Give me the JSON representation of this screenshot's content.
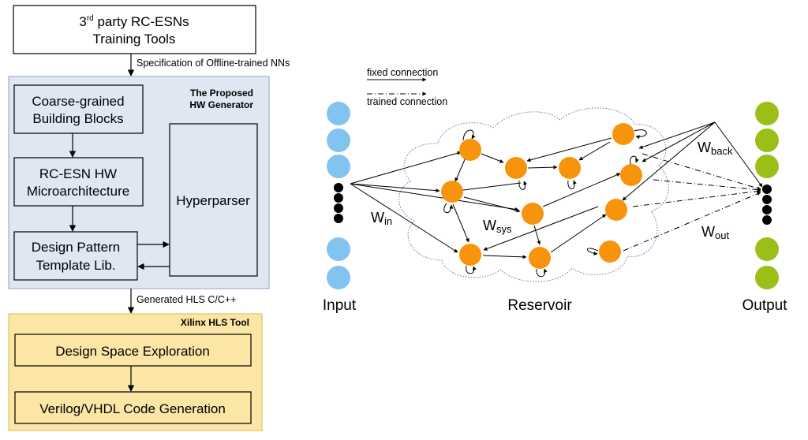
{
  "flow": {
    "tools_line1_pre": "3",
    "tools_line1_sup": "rd",
    "tools_line1_post": " party RC-ESNs",
    "tools_line2": "Training Tools",
    "spec_label": "Specification of Offline-trained NNs",
    "generator_title_line1": "The Proposed",
    "generator_title_line2": "HW Generator",
    "blocks_line1": "Coarse-grained",
    "blocks_line2": "Building Blocks",
    "micro_line1": "RC-ESN HW",
    "micro_line2": "Microarchitecture",
    "pattern_line1": "Design Pattern",
    "pattern_line2": "Template Lib.",
    "hyperparser": "Hyperparser",
    "hls_label": "Generated HLS C/C++",
    "xilinx_title": "Xilinx HLS Tool",
    "dse": "Design Space Exploration",
    "codegen": "Verilog/VHDL Code Generation"
  },
  "network": {
    "legend_fixed": "fixed connection",
    "legend_trained": "trained connection",
    "input_label": "Input",
    "reservoir_label": "Reservoir",
    "output_label": "Output",
    "w_in": "W",
    "w_in_sub": "in",
    "w_sys": "W",
    "w_sys_sub": "sys",
    "w_back": "W",
    "w_back_sub": "back",
    "w_out": "W",
    "w_out_sub": "out"
  },
  "colors": {
    "generator_bg": "#dfe7f3",
    "generator_border": "#9db0cf",
    "xilinx_bg": "#fbe6a6",
    "xilinx_border": "#e2c45e",
    "input_node": "#82c3ef",
    "reservoir_node": "#f7940c",
    "output_node": "#9bbf17",
    "cloud": "#7b5fb5"
  }
}
